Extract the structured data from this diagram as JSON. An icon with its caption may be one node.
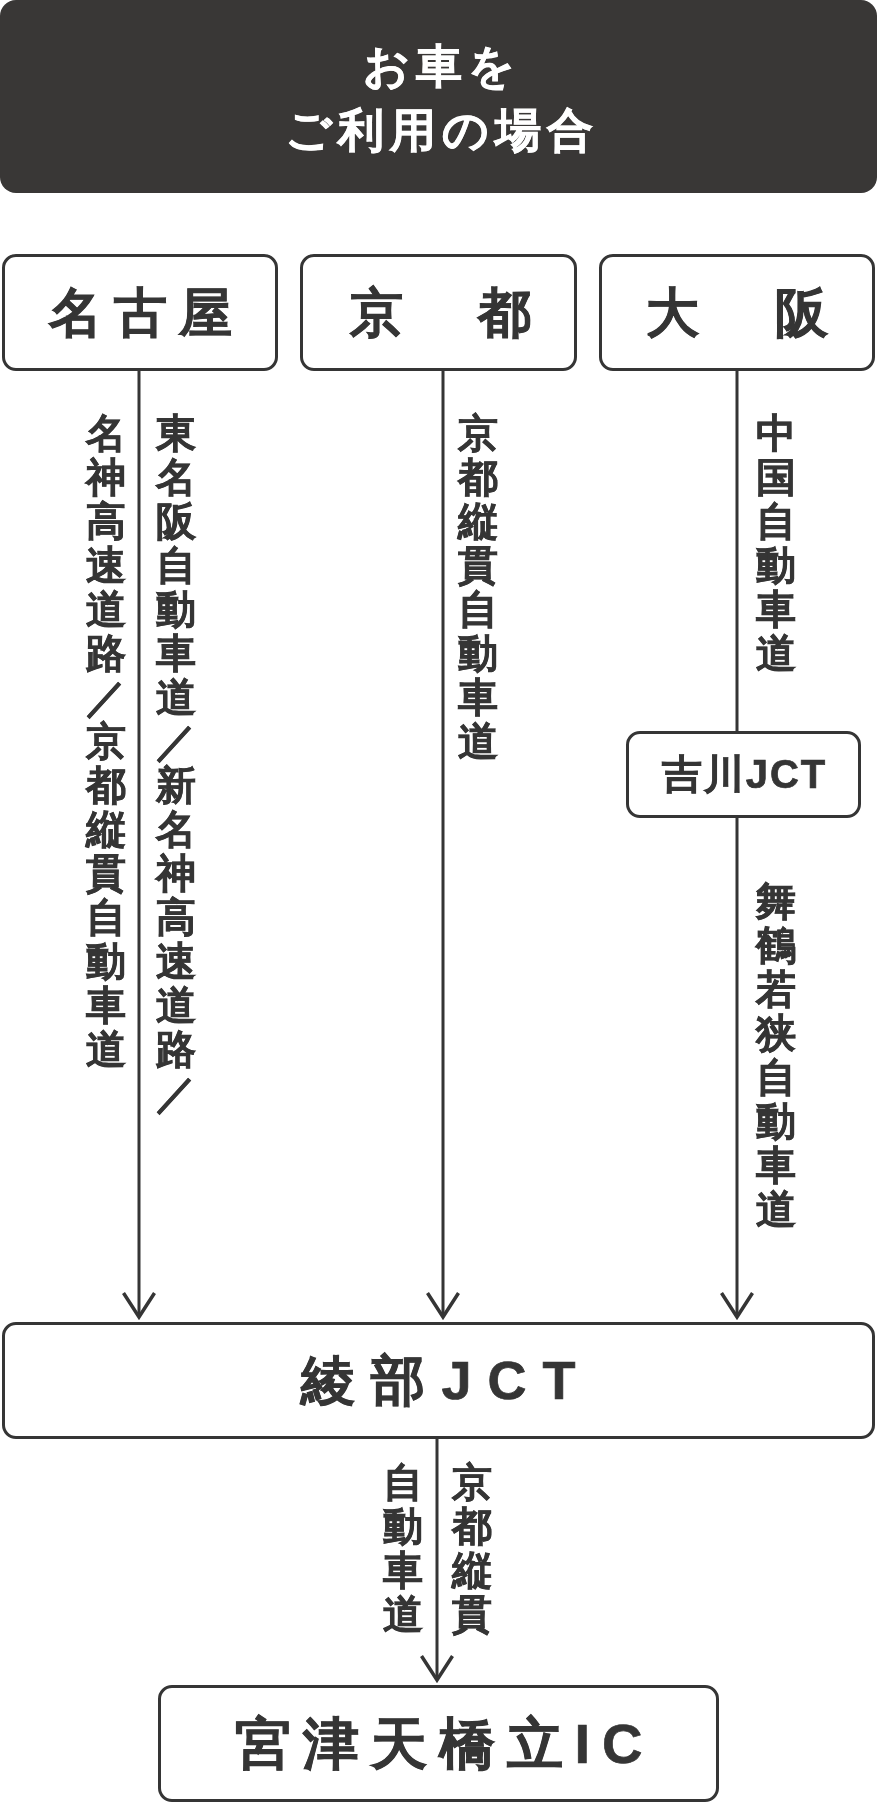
{
  "diagram": {
    "title": "お車をご利用の場合",
    "nodes": [
      {
        "text": [
          "名古屋"
        ]
      },
      {
        "text": [
          "京都"
        ]
      },
      {
        "text": [
          "大阪"
        ]
      },
      {
        "text": [
          "吉川JCT"
        ]
      },
      {
        "text": [
          "綾部JCT"
        ]
      },
      {
        "text": [
          "宮津天橋立IC"
        ]
      }
    ],
    "edges": [
      {
        "from": 0,
        "to": 4,
        "arrow": "to",
        "label": "東名阪自動車道／新名神高速道路／名神高速道路／京都縦貫自動車道"
      },
      {
        "from": 1,
        "to": 4,
        "arrow": "to",
        "label": "京都縦貫自動車道"
      },
      {
        "from": 2,
        "to": 3,
        "arrow": "none",
        "label": "中国自動車道"
      },
      {
        "from": 3,
        "to": 4,
        "arrow": "to",
        "label": "舞鶴若狭自動車道"
      },
      {
        "from": 4,
        "to": 5,
        "arrow": "to",
        "label": "京都縦貫自動車道"
      }
    ]
  }
}
